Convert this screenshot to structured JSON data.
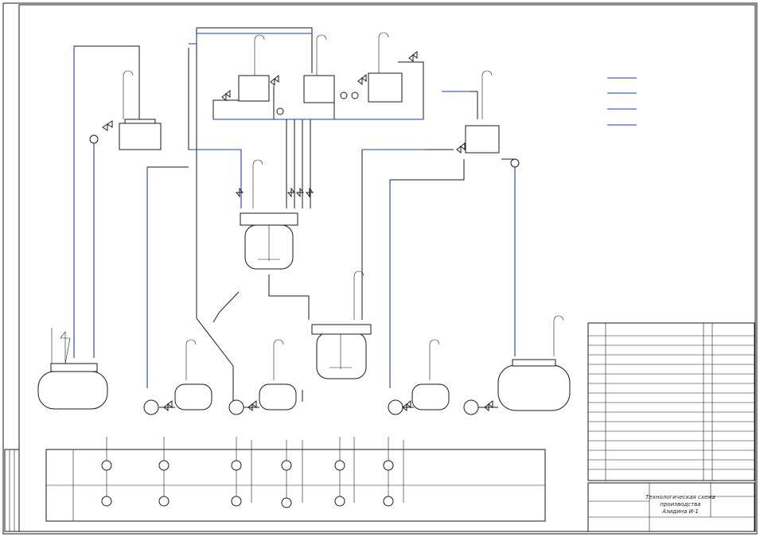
{
  "drawing": {
    "stamp": {
      "title_lines": [
        "Технологическая схема",
        "производства",
        "Азидина И-1"
      ]
    }
  }
}
